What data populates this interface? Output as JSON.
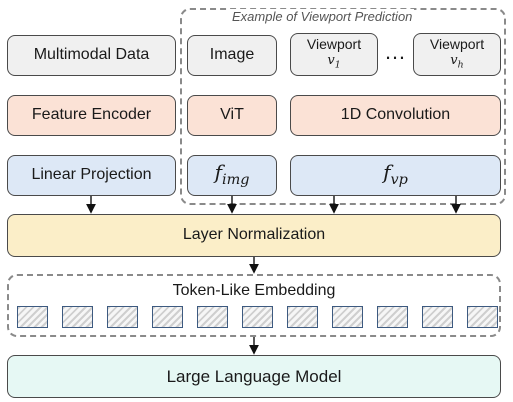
{
  "example_caption": "Example of Viewport Prediction",
  "left_column": {
    "multimodal_data": "Multimodal Data",
    "feature_encoder": "Feature Encoder",
    "linear_projection": "Linear Projection"
  },
  "example": {
    "image": "Image",
    "vit": "ViT",
    "f_img_base": "f",
    "f_img_sub": "img",
    "viewport_1_label": "Viewport",
    "viewport_1_var": "v",
    "viewport_1_sub": "1",
    "ellipsis": "…",
    "viewport_h_label": "Viewport",
    "viewport_h_var": "v",
    "viewport_h_sub": "h",
    "conv": "1D Convolution",
    "f_vp_base": "f",
    "f_vp_sub": "vp"
  },
  "layer_norm": "Layer Normalization",
  "token_embedding": "Token-Like Embedding",
  "token_count": 11,
  "llm": "Large Language Model"
}
